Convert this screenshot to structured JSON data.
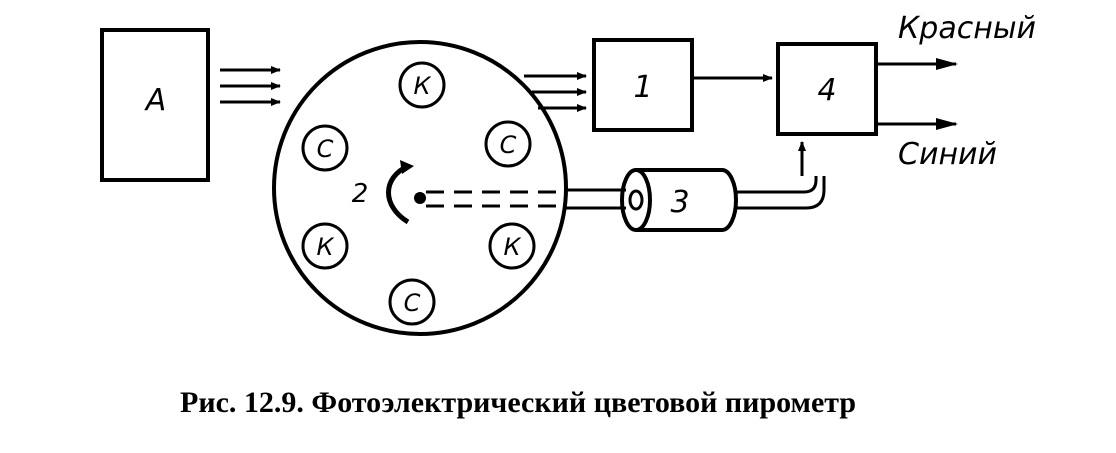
{
  "blocks": {
    "source": "А",
    "block1": "1",
    "block3": "3",
    "block4": "4",
    "disk_label": "2"
  },
  "outputs": {
    "red": "Красный",
    "blue": "Синий"
  },
  "filters": [
    {
      "letter": "К"
    },
    {
      "letter": "С"
    },
    {
      "letter": "К"
    },
    {
      "letter": "С"
    },
    {
      "letter": "К"
    },
    {
      "letter": "С"
    }
  ],
  "caption": "Рис. 12.9. Фотоэлектрический цветовой пирометр"
}
